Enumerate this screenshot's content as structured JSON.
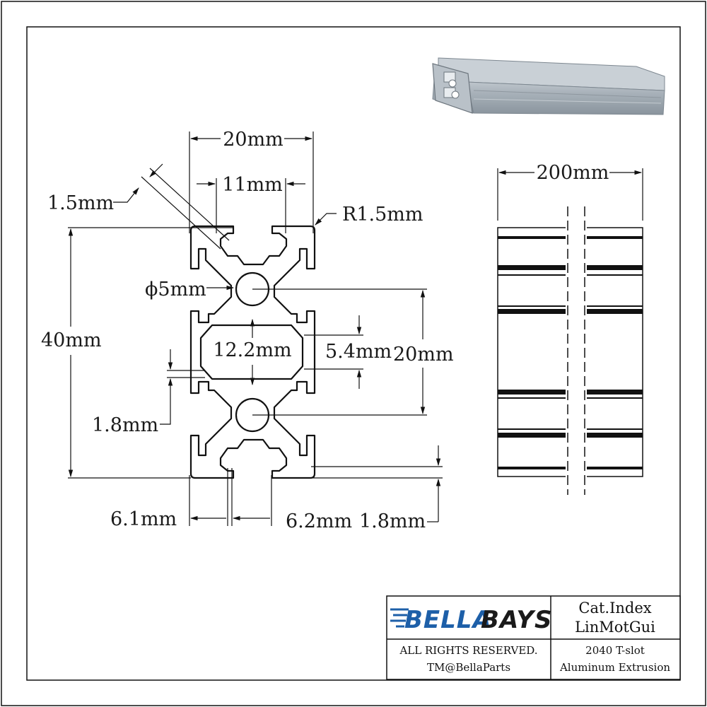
{
  "dimensions": {
    "width_20": "20mm",
    "slot_11": "11mm",
    "wall_1_5": "1.5mm",
    "radius": "R1.5mm",
    "hole": "ϕ5mm",
    "height_40": "40mm",
    "cavity_12_2": "12.2mm",
    "cavity_5_4": "5.4mm",
    "pitch_20": "20mm",
    "web_1_8": "1.8mm",
    "lip_6_1": "6.1mm",
    "slot_6_2": "6.2mm",
    "depth_1_8": "1.8mm",
    "length_200": "200mm"
  },
  "title_block": {
    "logo_part1": "BELLA",
    "logo_part2": "BAYS",
    "cat_label": "Cat.Index",
    "cat_value": "LinMotGui",
    "rights": "ALL RIGHTS RESERVED.",
    "trademark": "TM@BellaParts",
    "product_line1": "2040 T-slot",
    "product_line2": "Aluminum Extrusion"
  },
  "colors": {
    "logo_blue": "#1d5fa8",
    "logo_dark": "#1a1a1a",
    "extrusion_gray": "#aab3bb"
  }
}
